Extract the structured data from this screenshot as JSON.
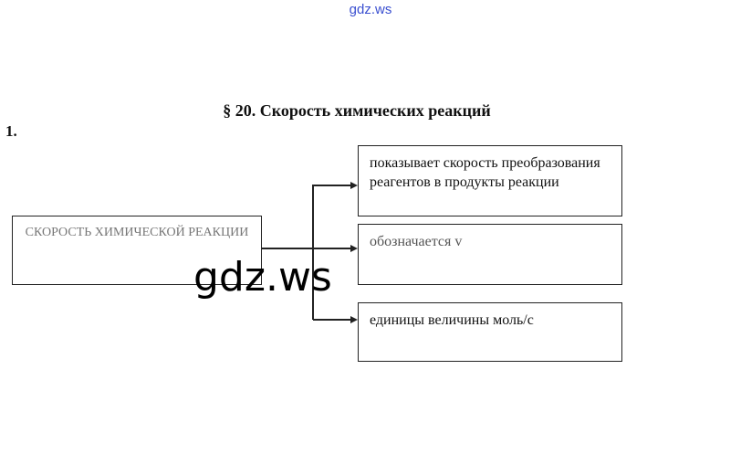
{
  "watermark_top": "gdz.ws",
  "title": "§ 20. Скорость химических реакций",
  "task_number": "1.",
  "diagram": {
    "main": "СКОРОСТЬ ХИМИЧЕСКОЙ РЕАКЦИИ",
    "branches": [
      "показывает скорость преобразования реагентов в продукты реакции",
      "обозначается v",
      "единицы величины моль/с"
    ]
  },
  "watermark_center": "gdz.ws"
}
